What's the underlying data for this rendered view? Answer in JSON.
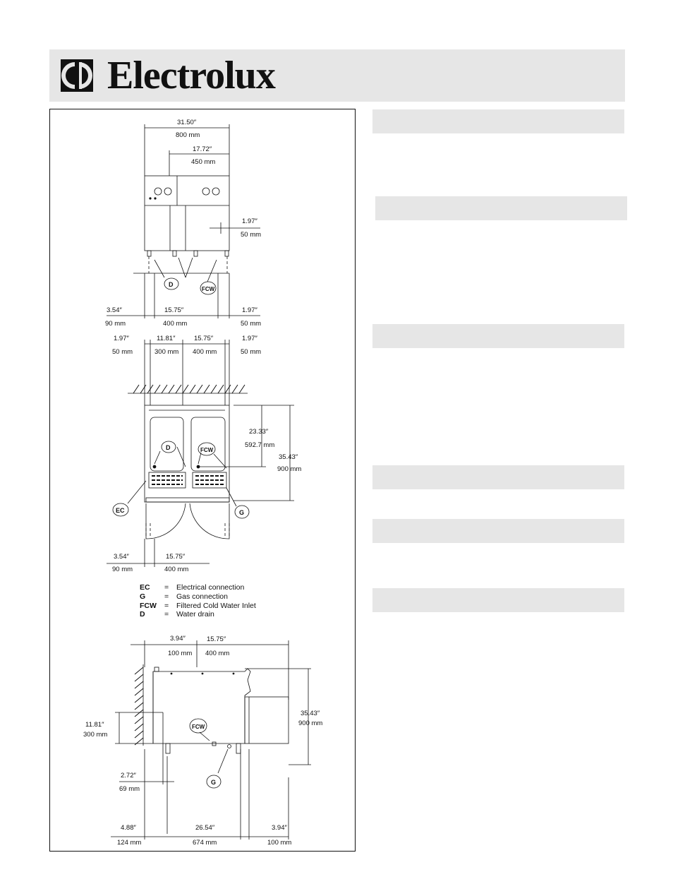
{
  "brand": {
    "name": "Electrolux",
    "logo_icon": "electrolux-logo-icon",
    "background": "#e6e6e6"
  },
  "front_view": {
    "dims": {
      "overall_in": "31.50″",
      "overall_mm": "800 mm",
      "half_in": "17.72″",
      "half_mm": "450 mm",
      "side_in": "1.97″",
      "side_mm": "50 mm",
      "left_in": "3.54″",
      "left_mm": "90 mm",
      "center_in": "15.75″",
      "center_mm": "400 mm",
      "right_in": "1.97″",
      "right_mm": "50 mm"
    },
    "callouts": {
      "drain": "D",
      "water": "FCW"
    }
  },
  "top_view": {
    "dims": {
      "a_in": "1.97″",
      "a_mm": "50 mm",
      "b_in": "11.81″",
      "b_mm": "300 mm",
      "c_in": "15.75″",
      "c_mm": "400 mm",
      "d_in": "1.97″",
      "d_mm": "50 mm",
      "depth_in": "23.33″",
      "depth_mm": "592.7 mm",
      "total_in": "35.43″",
      "total_mm": "900 mm",
      "bottom_left_in": "3.54″",
      "bottom_left_mm": "90 mm",
      "bottom_center_in": "15.75″",
      "bottom_center_mm": "400 mm"
    },
    "callouts": {
      "drain": "D",
      "water": "FCW",
      "electrical": "EC",
      "gas": "G"
    }
  },
  "legend": [
    {
      "code": "EC",
      "eq": "=",
      "text": "Electrical connection"
    },
    {
      "code": "G",
      "eq": "=",
      "text": "Gas connection"
    },
    {
      "code": "FCW",
      "eq": "=",
      "text": "Filtered Cold Water Inlet"
    },
    {
      "code": "D",
      "eq": "=",
      "text": "Water drain"
    }
  ],
  "side_view": {
    "dims": {
      "top_left_in": "3.94″",
      "top_left_mm": "100 mm",
      "top_right_in": "15.75″",
      "top_right_mm": "400 mm",
      "height_in": "35.43″",
      "height_mm": "900 mm",
      "inlet_in": "11.81″",
      "inlet_mm": "300 mm",
      "offset_in": "2.72″",
      "offset_mm": "69 mm",
      "bl_in": "4.88″",
      "bl_mm": "124 mm",
      "bc_in": "26.54″",
      "bc_mm": "674 mm",
      "br_in": "3.94″",
      "br_mm": "100 mm"
    },
    "callouts": {
      "water": "FCW",
      "gas": "G"
    }
  },
  "section_bars": [
    {},
    {},
    {},
    {},
    {},
    {}
  ]
}
